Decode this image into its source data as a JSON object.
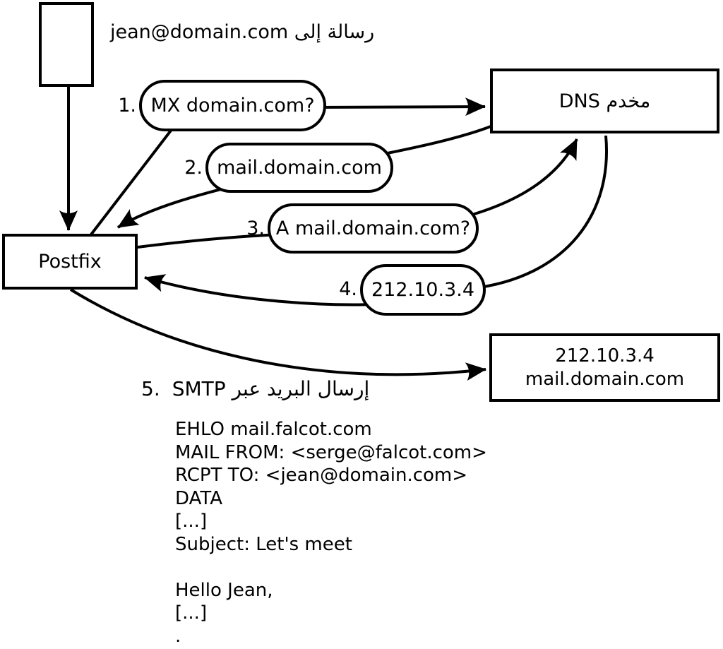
{
  "diagram": {
    "message_label": "رسالة إلى jean@domain.com",
    "nodes": {
      "postfix": "Postfix",
      "dns": "مخدم DNS",
      "mail_server": {
        "line1": "212.10.3.4",
        "line2": "mail.domain.com"
      }
    },
    "steps": [
      {
        "num": "1.",
        "label": "MX domain.com?"
      },
      {
        "num": "2.",
        "label": "mail.domain.com"
      },
      {
        "num": "3.",
        "label": "A mail.domain.com?"
      },
      {
        "num": "4.",
        "label": "212.10.3.4"
      },
      {
        "num": "5.",
        "label": "إرسال البريد عبر SMTP"
      }
    ],
    "smtp_session": {
      "lines": [
        "EHLO mail.falcot.com",
        "MAIL FROM: <serge@falcot.com>",
        "RCPT TO: <jean@domain.com>",
        "DATA",
        "[...]",
        "Subject: Let's meet",
        "",
        "Hello Jean,",
        "[...]",
        "."
      ]
    },
    "colors": {
      "ink": "#000000",
      "background": "#ffffff"
    }
  }
}
